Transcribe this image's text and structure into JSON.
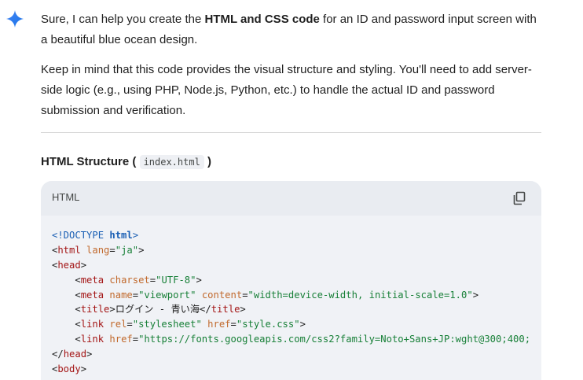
{
  "intro": {
    "p1_pre": "Sure, I can help you create the ",
    "p1_bold": "HTML and CSS code",
    "p1_post": " for an ID and password input screen with a beautiful blue ocean design.",
    "p2": "Keep in mind that this code provides the visual structure and styling. You'll need to add server-side logic (e.g., using PHP, Node.js, Python, etc.) to handle the actual ID and password submission and verification."
  },
  "section": {
    "heading_pre": "HTML Structure ( ",
    "filename": "index.html",
    "heading_post": " )"
  },
  "code": {
    "language": "HTML",
    "copy_icon": "copy-icon",
    "lines": [
      [
        [
          "doc",
          "<!DOCTYPE "
        ],
        [
          "bold",
          "html"
        ],
        [
          "doc",
          ">"
        ]
      ],
      [
        [
          "txt",
          "<"
        ],
        [
          "tag",
          "html"
        ],
        [
          "txt",
          " "
        ],
        [
          "attr",
          "lang"
        ],
        [
          "txt",
          "="
        ],
        [
          "str",
          "\"ja\""
        ],
        [
          "txt",
          ">"
        ]
      ],
      [
        [
          "txt",
          "<"
        ],
        [
          "tag",
          "head"
        ],
        [
          "txt",
          ">"
        ]
      ],
      [
        [
          "txt",
          "    <"
        ],
        [
          "tag",
          "meta"
        ],
        [
          "txt",
          " "
        ],
        [
          "attr",
          "charset"
        ],
        [
          "txt",
          "="
        ],
        [
          "str",
          "\"UTF-8\""
        ],
        [
          "txt",
          ">"
        ]
      ],
      [
        [
          "txt",
          "    <"
        ],
        [
          "tag",
          "meta"
        ],
        [
          "txt",
          " "
        ],
        [
          "attr",
          "name"
        ],
        [
          "txt",
          "="
        ],
        [
          "str",
          "\"viewport\""
        ],
        [
          "txt",
          " "
        ],
        [
          "attr",
          "content"
        ],
        [
          "txt",
          "="
        ],
        [
          "str",
          "\"width=device-width, initial-scale=1.0\""
        ],
        [
          "txt",
          ">"
        ]
      ],
      [
        [
          "txt",
          "    <"
        ],
        [
          "tag",
          "title"
        ],
        [
          "txt",
          ">ログイン - 青い海</"
        ],
        [
          "tag",
          "title"
        ],
        [
          "txt",
          ">"
        ]
      ],
      [
        [
          "txt",
          "    <"
        ],
        [
          "tag",
          "link"
        ],
        [
          "txt",
          " "
        ],
        [
          "attr",
          "rel"
        ],
        [
          "txt",
          "="
        ],
        [
          "str",
          "\"stylesheet\""
        ],
        [
          "txt",
          " "
        ],
        [
          "attr",
          "href"
        ],
        [
          "txt",
          "="
        ],
        [
          "str",
          "\"style.css\""
        ],
        [
          "txt",
          ">"
        ]
      ],
      [
        [
          "txt",
          "    <"
        ],
        [
          "tag",
          "link"
        ],
        [
          "txt",
          " "
        ],
        [
          "attr",
          "href"
        ],
        [
          "txt",
          "="
        ],
        [
          "str",
          "\"https://fonts.googleapis.com/css2?family=Noto+Sans+JP:wght@300;400;"
        ]
      ],
      [
        [
          "txt",
          "</"
        ],
        [
          "tag",
          "head"
        ],
        [
          "txt",
          ">"
        ]
      ],
      [
        [
          "txt",
          "<"
        ],
        [
          "tag",
          "body"
        ],
        [
          "txt",
          ">"
        ]
      ]
    ]
  },
  "colors": {
    "spark_blue": "#4285f4",
    "code_bg": "#f0f2f6"
  }
}
